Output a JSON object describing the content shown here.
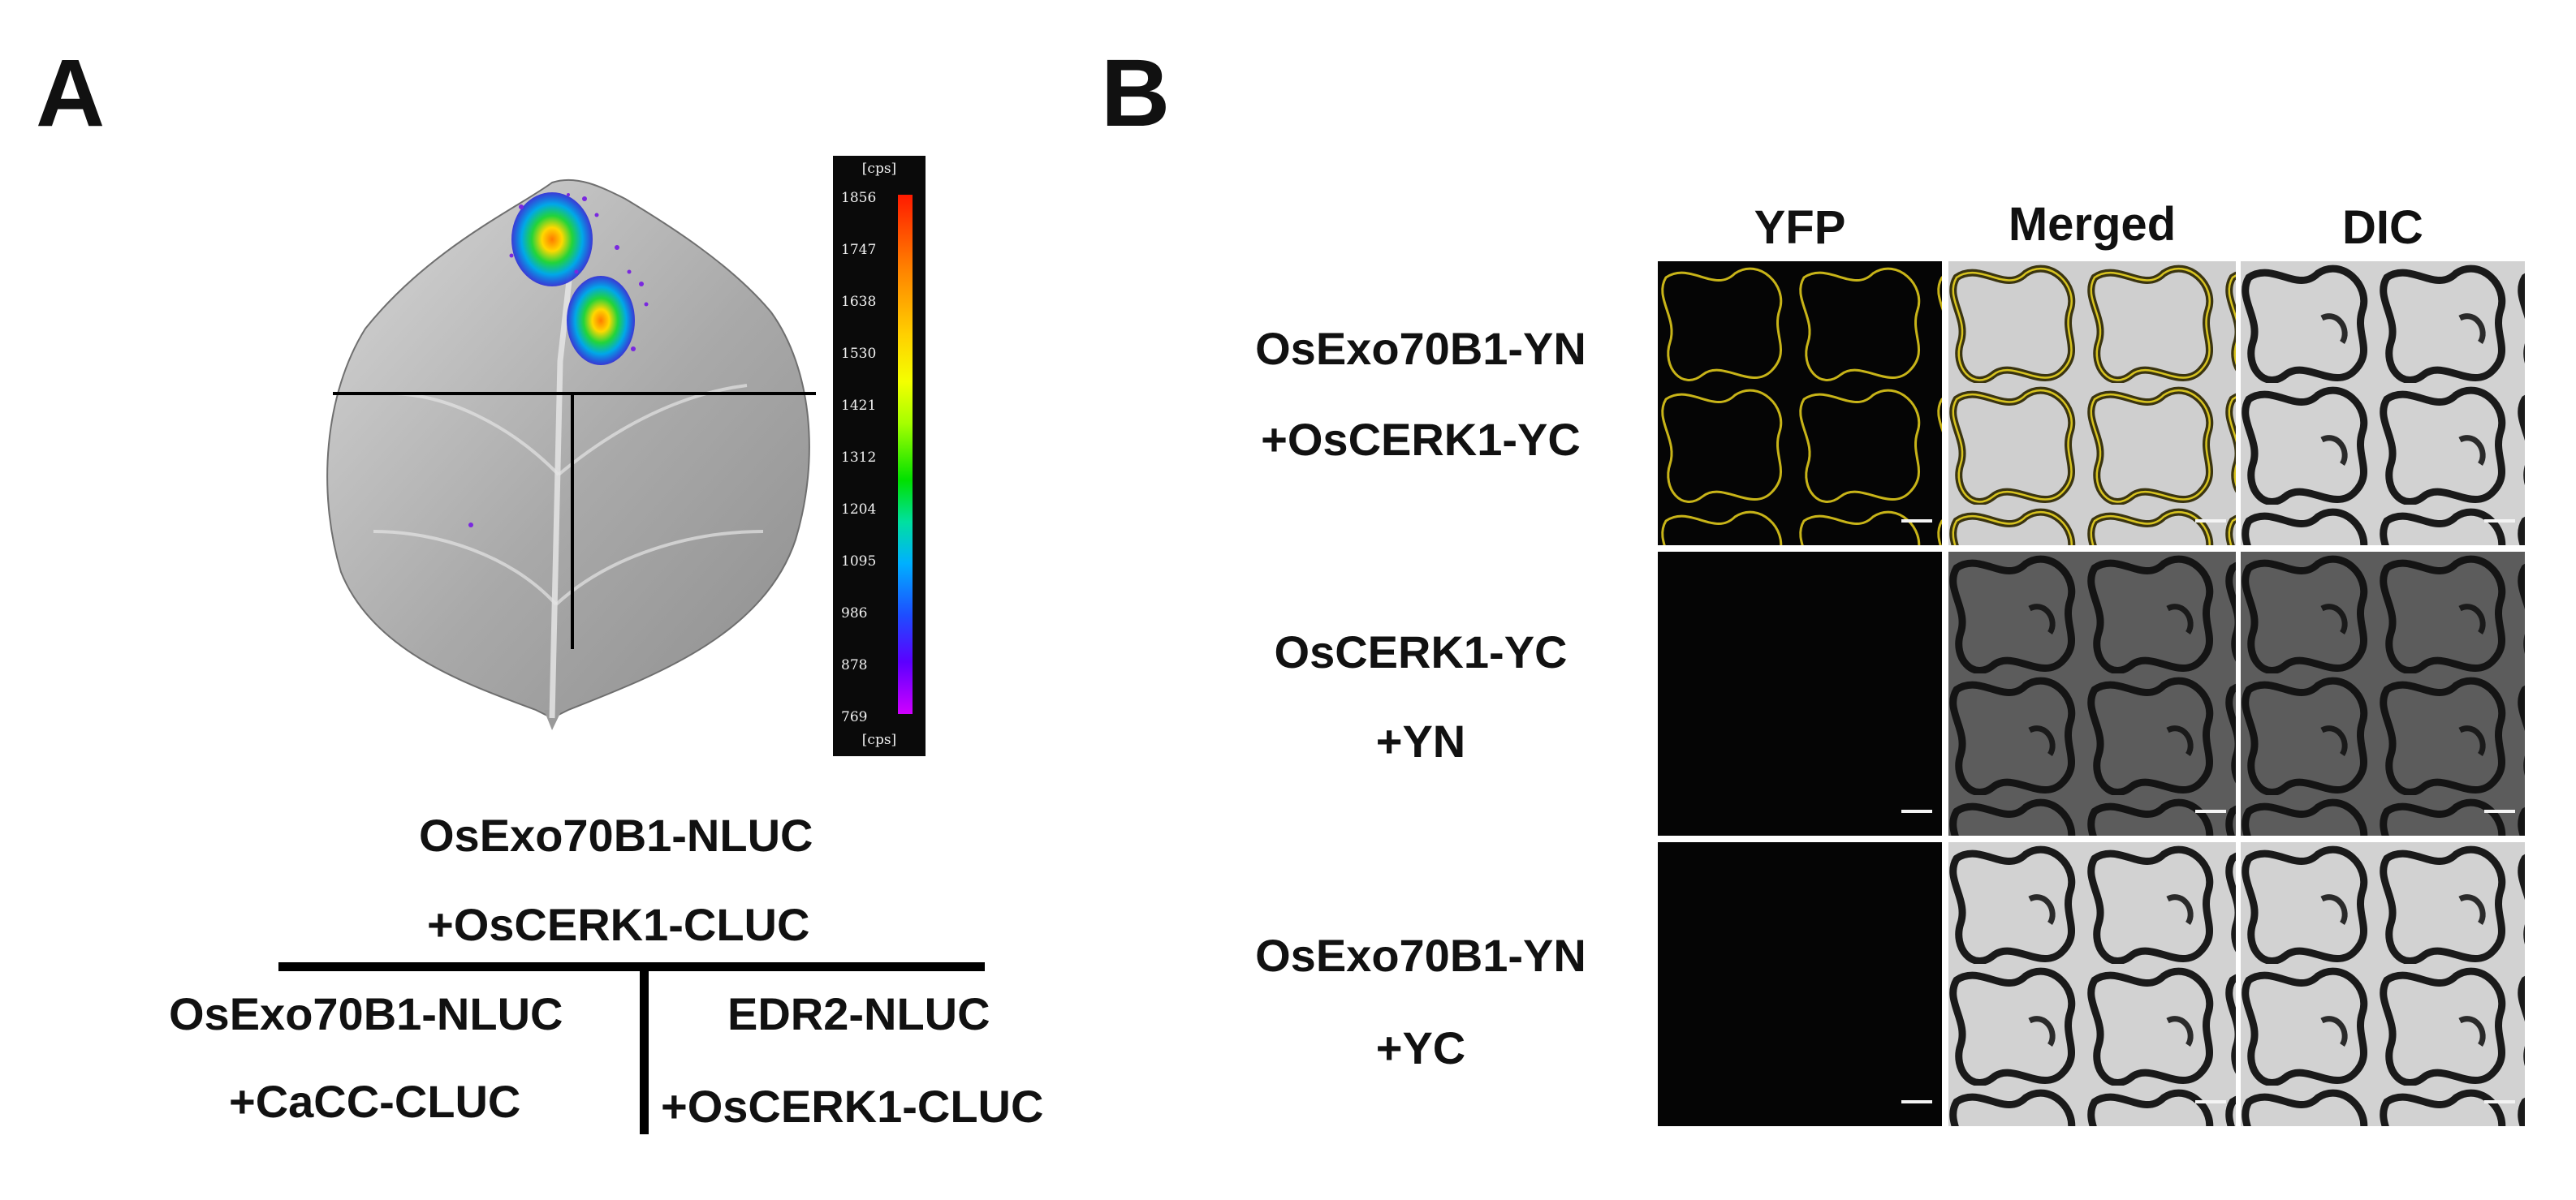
{
  "panels": {
    "a": "A",
    "b": "B"
  },
  "panel_a": {
    "colorbar": {
      "unit": "[cps]",
      "ticks": [
        "1856",
        "1747",
        "1638",
        "1530",
        "1421",
        "1312",
        "1204",
        "1095",
        "986",
        "878",
        "769"
      ]
    },
    "labels": {
      "top_line1": "OsExo70B1-NLUC",
      "top_line2": "+OsCERK1-CLUC",
      "left_line1": "OsExo70B1-NLUC",
      "left_line2": "+CaCC-CLUC",
      "right_line1": "EDR2-NLUC",
      "right_line2": "+OsCERK1-CLUC"
    }
  },
  "panel_b": {
    "columns": [
      "YFP",
      "Merged",
      "DIC"
    ],
    "rows": [
      {
        "line1": "OsExo70B1-YN",
        "line2": "+OsCERK1-YC"
      },
      {
        "line1": "OsCERK1-YC",
        "line2": "+YN"
      },
      {
        "line1": "OsExo70B1-YN",
        "line2": "+YC"
      }
    ]
  },
  "colors": {
    "yfp_signal": "#e6d21a",
    "background": "#ffffff",
    "dark_field": "#050505"
  }
}
